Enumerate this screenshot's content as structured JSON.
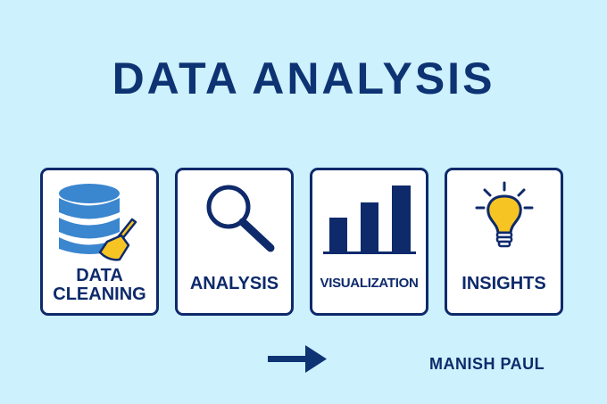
{
  "header": {
    "title": "DATA ANALYSIS"
  },
  "cards": [
    {
      "label_line1": "DATA",
      "label_line2": "CLEANING",
      "icon": "database-broom-icon"
    },
    {
      "label": "ANALYSIS",
      "icon": "magnifying-glass-icon"
    },
    {
      "label": "VISUALIZATION",
      "icon": "bar-chart-icon"
    },
    {
      "label": "INSIGHTS",
      "icon": "lightbulb-icon"
    }
  ],
  "footer": {
    "arrow_icon": "arrow-right-icon",
    "author": "MANISH PAUL"
  },
  "colors": {
    "background": "#cdf1fd",
    "navy": "#0e2a6b",
    "database_blue": "#3a86cf",
    "accent_yellow": "#f7c523"
  }
}
